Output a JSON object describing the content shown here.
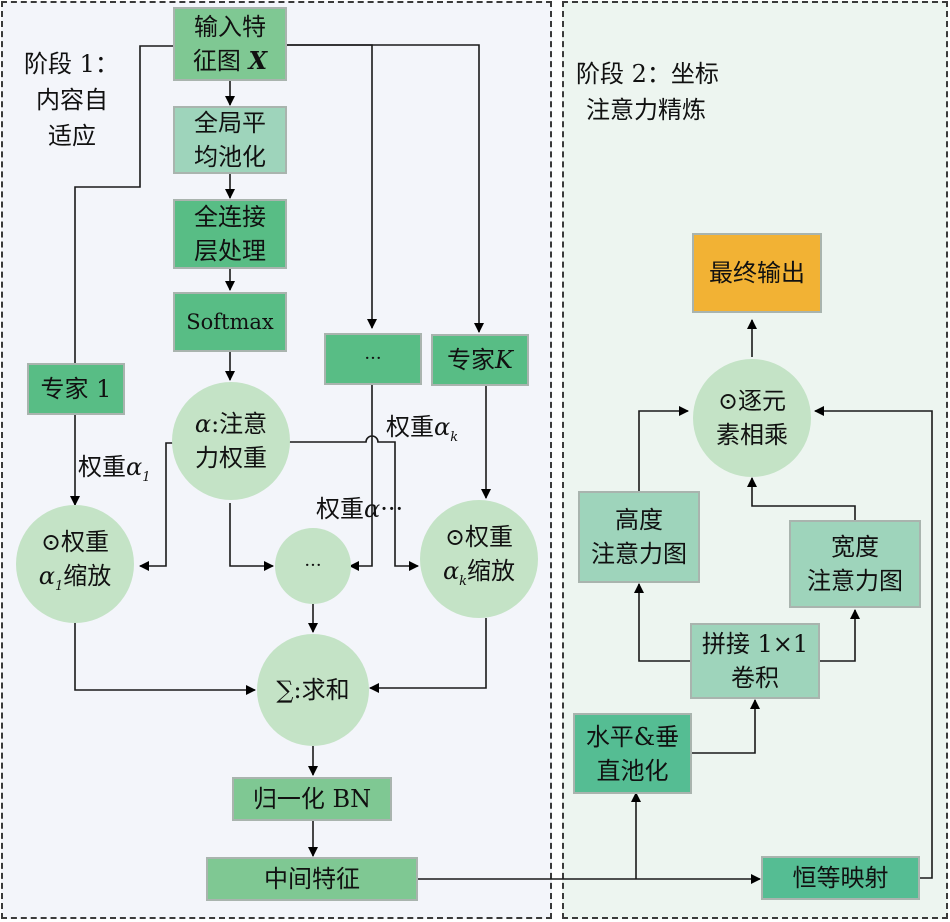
{
  "stage1": {
    "title_line1": "阶段 1：",
    "title_line2": "内容自",
    "title_line3": "适应",
    "nodes": {
      "input_feature_line1": "输入特",
      "input_feature_line2": "征图",
      "input_feature_var": "X",
      "gap_line1": "全局平",
      "gap_line2": "均池化",
      "fc_line1": "全连接",
      "fc_line2": "层处理",
      "softmax": "Softmax",
      "expert1": "专家 1",
      "expert_dots": "···",
      "expertK_prefix": "专家",
      "expertK_var": "K",
      "attn_weight_prefix": "α",
      "attn_weight_line1": ":注意",
      "attn_weight_line2": "力权重",
      "scale1_line1": "⊙权重",
      "scale1_var": "α",
      "scale1_sub": "1",
      "scale1_line2": "缩放",
      "scale_dots": "···",
      "scaleK_line1": "⊙权重",
      "scaleK_var": "α",
      "scaleK_sub": "k",
      "scaleK_line2": "缩放",
      "sum": "∑:求和",
      "bn": "归一化 BN",
      "intermediate": "中间特征"
    },
    "edge_labels": {
      "weight1_text": "权重",
      "weight1_var": "α",
      "weight1_sub": "1",
      "weightK_text": "权重",
      "weightK_var": "α",
      "weightK_sub": "k",
      "weightDots_text": "权重",
      "weightDots_var": "α",
      "weightDots_suffix": "···"
    }
  },
  "stage2": {
    "title_line1": "阶段 2：坐标",
    "title_line2": "注意力精炼",
    "nodes": {
      "final_output": "最终输出",
      "elementwise_line1": "⊙逐元",
      "elementwise_line2": "素相乘",
      "height_attn_line1": "高度",
      "height_attn_line2": "注意力图",
      "width_attn_line1": "宽度",
      "width_attn_line2": "注意力图",
      "concat_line1": "拼接 1×1",
      "concat_line2": "卷积",
      "pool_line1": "水平&垂",
      "pool_line2": "直池化",
      "identity": "恒等映射"
    }
  },
  "colors": {
    "stage1_bg": "#f3f5fa",
    "stage2_bg": "#edf5f0",
    "box_dark_green": "#58bd85",
    "box_mid_green": "#7fc893",
    "box_light_teal": "#9ed4bb",
    "box_teal": "#55bd93",
    "circle_green": "#c4e3c6",
    "output_orange": "#f2b234"
  }
}
